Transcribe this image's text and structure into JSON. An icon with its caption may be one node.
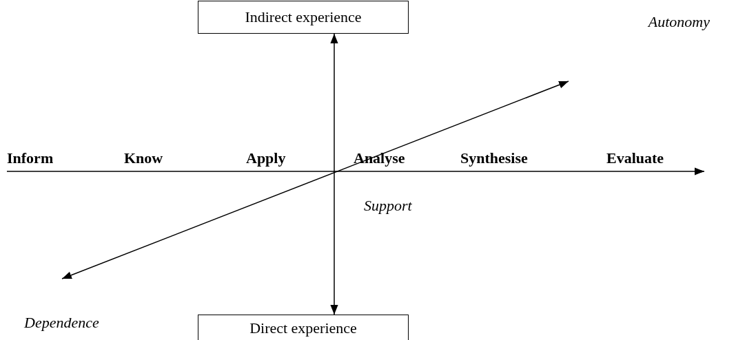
{
  "diagram": {
    "nodes": [
      {
        "text": [
          "Indirect experience"
        ]
      },
      {
        "text": [
          "Direct experience"
        ]
      }
    ],
    "edges": [
      {
        "from": 0,
        "to": 1,
        "arrow": "both"
      }
    ],
    "labels": [
      "Autonomy",
      "Inform",
      "Know",
      "Apply",
      "Analyse",
      "Synthesise",
      "Evaluate",
      "Support",
      "Dependence"
    ]
  }
}
